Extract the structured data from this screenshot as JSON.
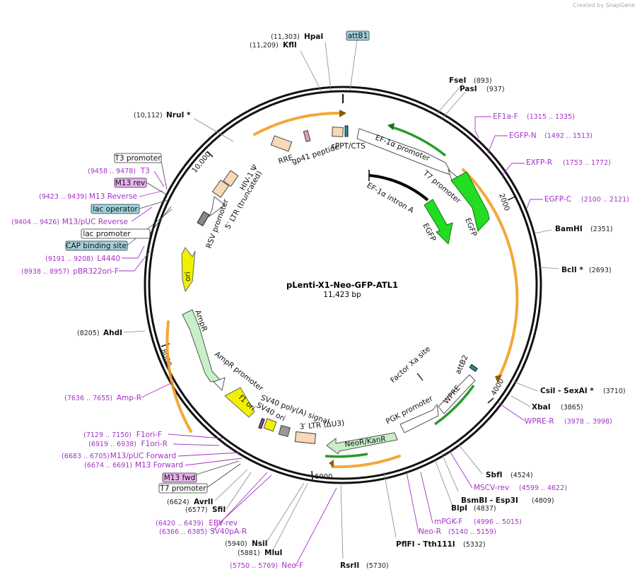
{
  "credit": {
    "created_by": "Created by",
    "brand": "SnapGene"
  },
  "plasmid": {
    "name": "pLenti-X1-Neo-GFP-ATL1",
    "size": "11,423 bp"
  },
  "ticks": [
    "2000",
    "4000",
    "6000",
    "8000",
    "10,000"
  ],
  "enzymes": [
    {
      "name": "HpaI",
      "coord": "(11,303)"
    },
    {
      "name": "KflI",
      "coord": "(11,209)"
    },
    {
      "name": "FseI",
      "coord": "(893)"
    },
    {
      "name": "PasI",
      "coord": "(937)"
    },
    {
      "name": "NruI *",
      "coord": "(10,112)"
    },
    {
      "name": "BamHI",
      "coord": "(2351)"
    },
    {
      "name": "BclI *",
      "coord": "(2693)"
    },
    {
      "name": "AhdI",
      "coord": "(8205)"
    },
    {
      "name": "CsiI - SexAI *",
      "coord": "(3710)"
    },
    {
      "name": "XbaI",
      "coord": "(3865)"
    },
    {
      "name": "SbfI",
      "coord": "(4524)"
    },
    {
      "name": "BsmBI - Esp3I",
      "coord": "(4809)"
    },
    {
      "name": "BlpI",
      "coord": "(4837)"
    },
    {
      "name": "PflFI - Tth111I",
      "coord": "(5332)"
    },
    {
      "name": "RsrII",
      "coord": "(5730)"
    },
    {
      "name": "MluI",
      "coord": "(5881)"
    },
    {
      "name": "NsiI",
      "coord": "(5940)"
    },
    {
      "name": "SfiI",
      "coord": "(6577)"
    },
    {
      "name": "AvrII",
      "coord": "(6624)"
    }
  ],
  "primers": [
    {
      "name": "EF1a-F",
      "coord": "(1315 .. 1335)"
    },
    {
      "name": "EGFP-N",
      "coord": "(1492 .. 1513)"
    },
    {
      "name": "EXFP-R",
      "coord": "(1753 .. 1772)"
    },
    {
      "name": "EGFP-C",
      "coord": "(2100 .. 2121)"
    },
    {
      "name": "WPRE-R",
      "coord": "(3978 .. 3998)"
    },
    {
      "name": "MSCV-rev",
      "coord": "(4599 .. 4622)"
    },
    {
      "name": "mPGK-F",
      "coord": "(4996 .. 5015)"
    },
    {
      "name": "Neo-R",
      "coord": "(5140 .. 5159)"
    },
    {
      "name": "Neo-F",
      "coord": "(5750 .. 5769)"
    },
    {
      "name": "SV40pA-R",
      "coord": "(6366 .. 6385)"
    },
    {
      "name": "EBV-rev",
      "coord": "(6420 .. 6439)"
    },
    {
      "name": "M13 Forward",
      "coord": "(6674 .. 6691)"
    },
    {
      "name": "M13/pUC Forward",
      "coord": "(6683 .. 6705)"
    },
    {
      "name": "F1ori-R",
      "coord": "(6919 .. 6938)"
    },
    {
      "name": "F1ori-F",
      "coord": "(7129 .. 7150)"
    },
    {
      "name": "Amp-R",
      "coord": "(7636 .. 7655)"
    },
    {
      "name": "pBR322ori-F",
      "coord": "(8938 .. 8957)"
    },
    {
      "name": "L4440",
      "coord": "(9191 .. 9208)"
    },
    {
      "name": "M13/pUC Reverse",
      "coord": "(9404 .. 9426)"
    },
    {
      "name": "M13 Reverse",
      "coord": "(9423 .. 9439)"
    },
    {
      "name": "T3",
      "coord": "(9458 .. 9478)"
    }
  ],
  "boxes": {
    "attB1": "attB1",
    "T3 promoter": "T3 promoter",
    "M13 rev": "M13 rev",
    "lac operator": "lac operator",
    "lac promoter": "lac promoter",
    "CAP binding site": "CAP binding site",
    "M13 fwd": "M13 fwd",
    "T7 promoter": "T7 promoter"
  },
  "features": {
    "cPPT/CTS": "cPPT/CTS",
    "EF-1α promoter": "EF-1α promoter",
    "T7 promoter": "T7 promoter",
    "EF-1α intron A": "EF-1α intron A",
    "EGFP": "EGFP",
    "EGFP ": "EGFP",
    "RRE": "RRE",
    "gp41 peptide": "gp41 peptide",
    "HIV-1 Ψ": "HIV-1 Ψ",
    "5′ LTR (truncated)": "5′ LTR (truncated)",
    "RSV promoter": "RSV promoter",
    "ori": "ori",
    "AmpR": "AmpR",
    "AmpR promoter": "AmpR promoter",
    "f1 ori": "f1 ori",
    "SV40 ori": "SV40 ori",
    "SV40 poly(A) signal": "SV40 poly(A) signal",
    "3′ LTR (ΔU3)": "3′ LTR (ΔU3)",
    "NeoR/KanR": "NeoR/KanR",
    "PGK promoter": "PGK promoter",
    "WPRE": "WPRE",
    "attB2": "attB2",
    "Factor Xa site": "Factor Xa site"
  },
  "colors": {
    "backbone": "#111111",
    "primer": "#a432c8",
    "orf_orange": "#f0a020",
    "egfp": "#22dd22",
    "ori": "#f0f000",
    "ampr": "#c8f0c8",
    "misc": "#f7d9b8",
    "attb": "#9fd2dc",
    "rev_box": "#e8b0f0"
  }
}
